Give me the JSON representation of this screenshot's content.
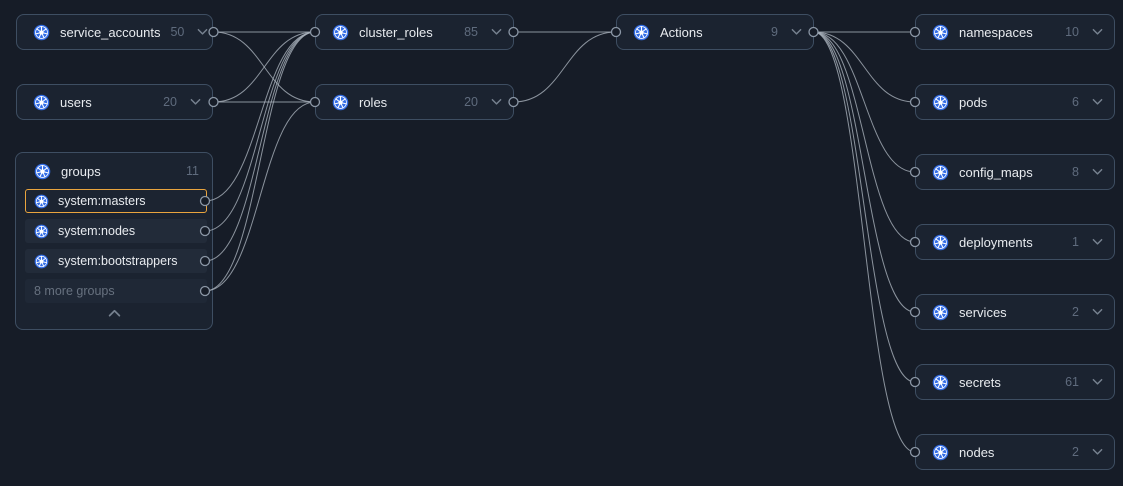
{
  "colors": {
    "background": "#161c27",
    "node_bg": "#1b2330",
    "node_border": "#3e4e62",
    "row_bg": "#222b39",
    "text": "#e8ebef",
    "muted_text": "#5f6b7d",
    "kubernetes_blue": "#326ce5",
    "selection_orange": "#e9a43e",
    "edge": "#a9b1bb",
    "port_stroke": "#8b97a6",
    "port_fill": "#161c27"
  },
  "icons": {
    "node_icon": "kubernetes-icon",
    "expand": "chevron-down-icon",
    "collapse": "chevron-up-icon"
  },
  "left": {
    "service_accounts": {
      "label": "service_accounts",
      "count": "50"
    },
    "users": {
      "label": "users",
      "count": "20"
    },
    "groups": {
      "label": "groups",
      "count": "11",
      "items": [
        {
          "label": "system:masters",
          "selected": true
        },
        {
          "label": "system:nodes",
          "selected": false
        },
        {
          "label": "system:bootstrappers",
          "selected": false
        }
      ],
      "more_label": "8 more groups"
    }
  },
  "middle": {
    "cluster_roles": {
      "label": "cluster_roles",
      "count": "85"
    },
    "roles": {
      "label": "roles",
      "count": "20"
    },
    "actions": {
      "label": "Actions",
      "count": "9"
    }
  },
  "right": {
    "namespaces": {
      "label": "namespaces",
      "count": "10"
    },
    "pods": {
      "label": "pods",
      "count": "6"
    },
    "config_maps": {
      "label": "config_maps",
      "count": "8"
    },
    "deployments": {
      "label": "deployments",
      "count": "1"
    },
    "services": {
      "label": "services",
      "count": "2"
    },
    "secrets": {
      "label": "secrets",
      "count": "61"
    },
    "nodes": {
      "label": "nodes",
      "count": "2"
    }
  },
  "edges": [
    {
      "from": "service_accounts",
      "to": "cluster_roles"
    },
    {
      "from": "service_accounts",
      "to": "roles"
    },
    {
      "from": "users",
      "to": "cluster_roles"
    },
    {
      "from": "users",
      "to": "roles"
    },
    {
      "from": "group_system_masters",
      "to": "cluster_roles"
    },
    {
      "from": "group_system_nodes",
      "to": "cluster_roles"
    },
    {
      "from": "group_system_bootstrappers",
      "to": "cluster_roles"
    },
    {
      "from": "group_more",
      "to": "cluster_roles"
    },
    {
      "from": "group_more",
      "to": "roles"
    },
    {
      "from": "cluster_roles",
      "to": "actions"
    },
    {
      "from": "roles",
      "to": "actions"
    },
    {
      "from": "actions",
      "to": "namespaces"
    },
    {
      "from": "actions",
      "to": "pods"
    },
    {
      "from": "actions",
      "to": "config_maps"
    },
    {
      "from": "actions",
      "to": "deployments"
    },
    {
      "from": "actions",
      "to": "services"
    },
    {
      "from": "actions",
      "to": "secrets"
    },
    {
      "from": "actions",
      "to": "nodes"
    }
  ]
}
